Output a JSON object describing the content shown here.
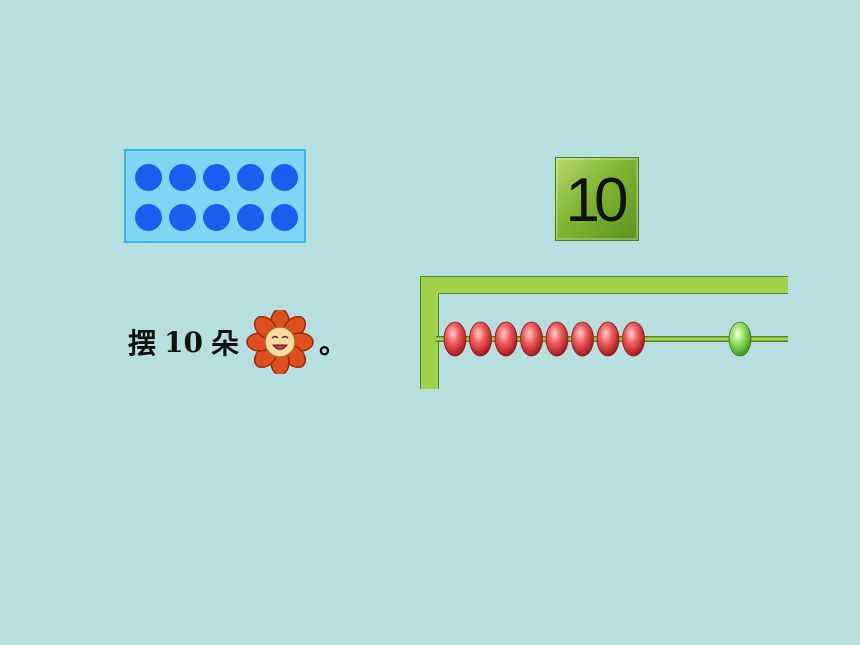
{
  "dot_frame": {
    "dot_count": 10,
    "rows": 2,
    "columns": 5,
    "dot_color": "#1a5ef0",
    "box_color": "#7fd6f4"
  },
  "number_card": {
    "value": "10",
    "color": "#7fb531"
  },
  "sentence": {
    "prefix": "摆",
    "number": "10",
    "measure_word": "朵",
    "icon": "smiling-flower-icon",
    "end_mark": "。"
  },
  "abacus": {
    "red_beads": 8,
    "green_beads": 1,
    "red_color": "#e84a4a",
    "green_color": "#7ed957",
    "frame_color": "#9fd04c"
  }
}
